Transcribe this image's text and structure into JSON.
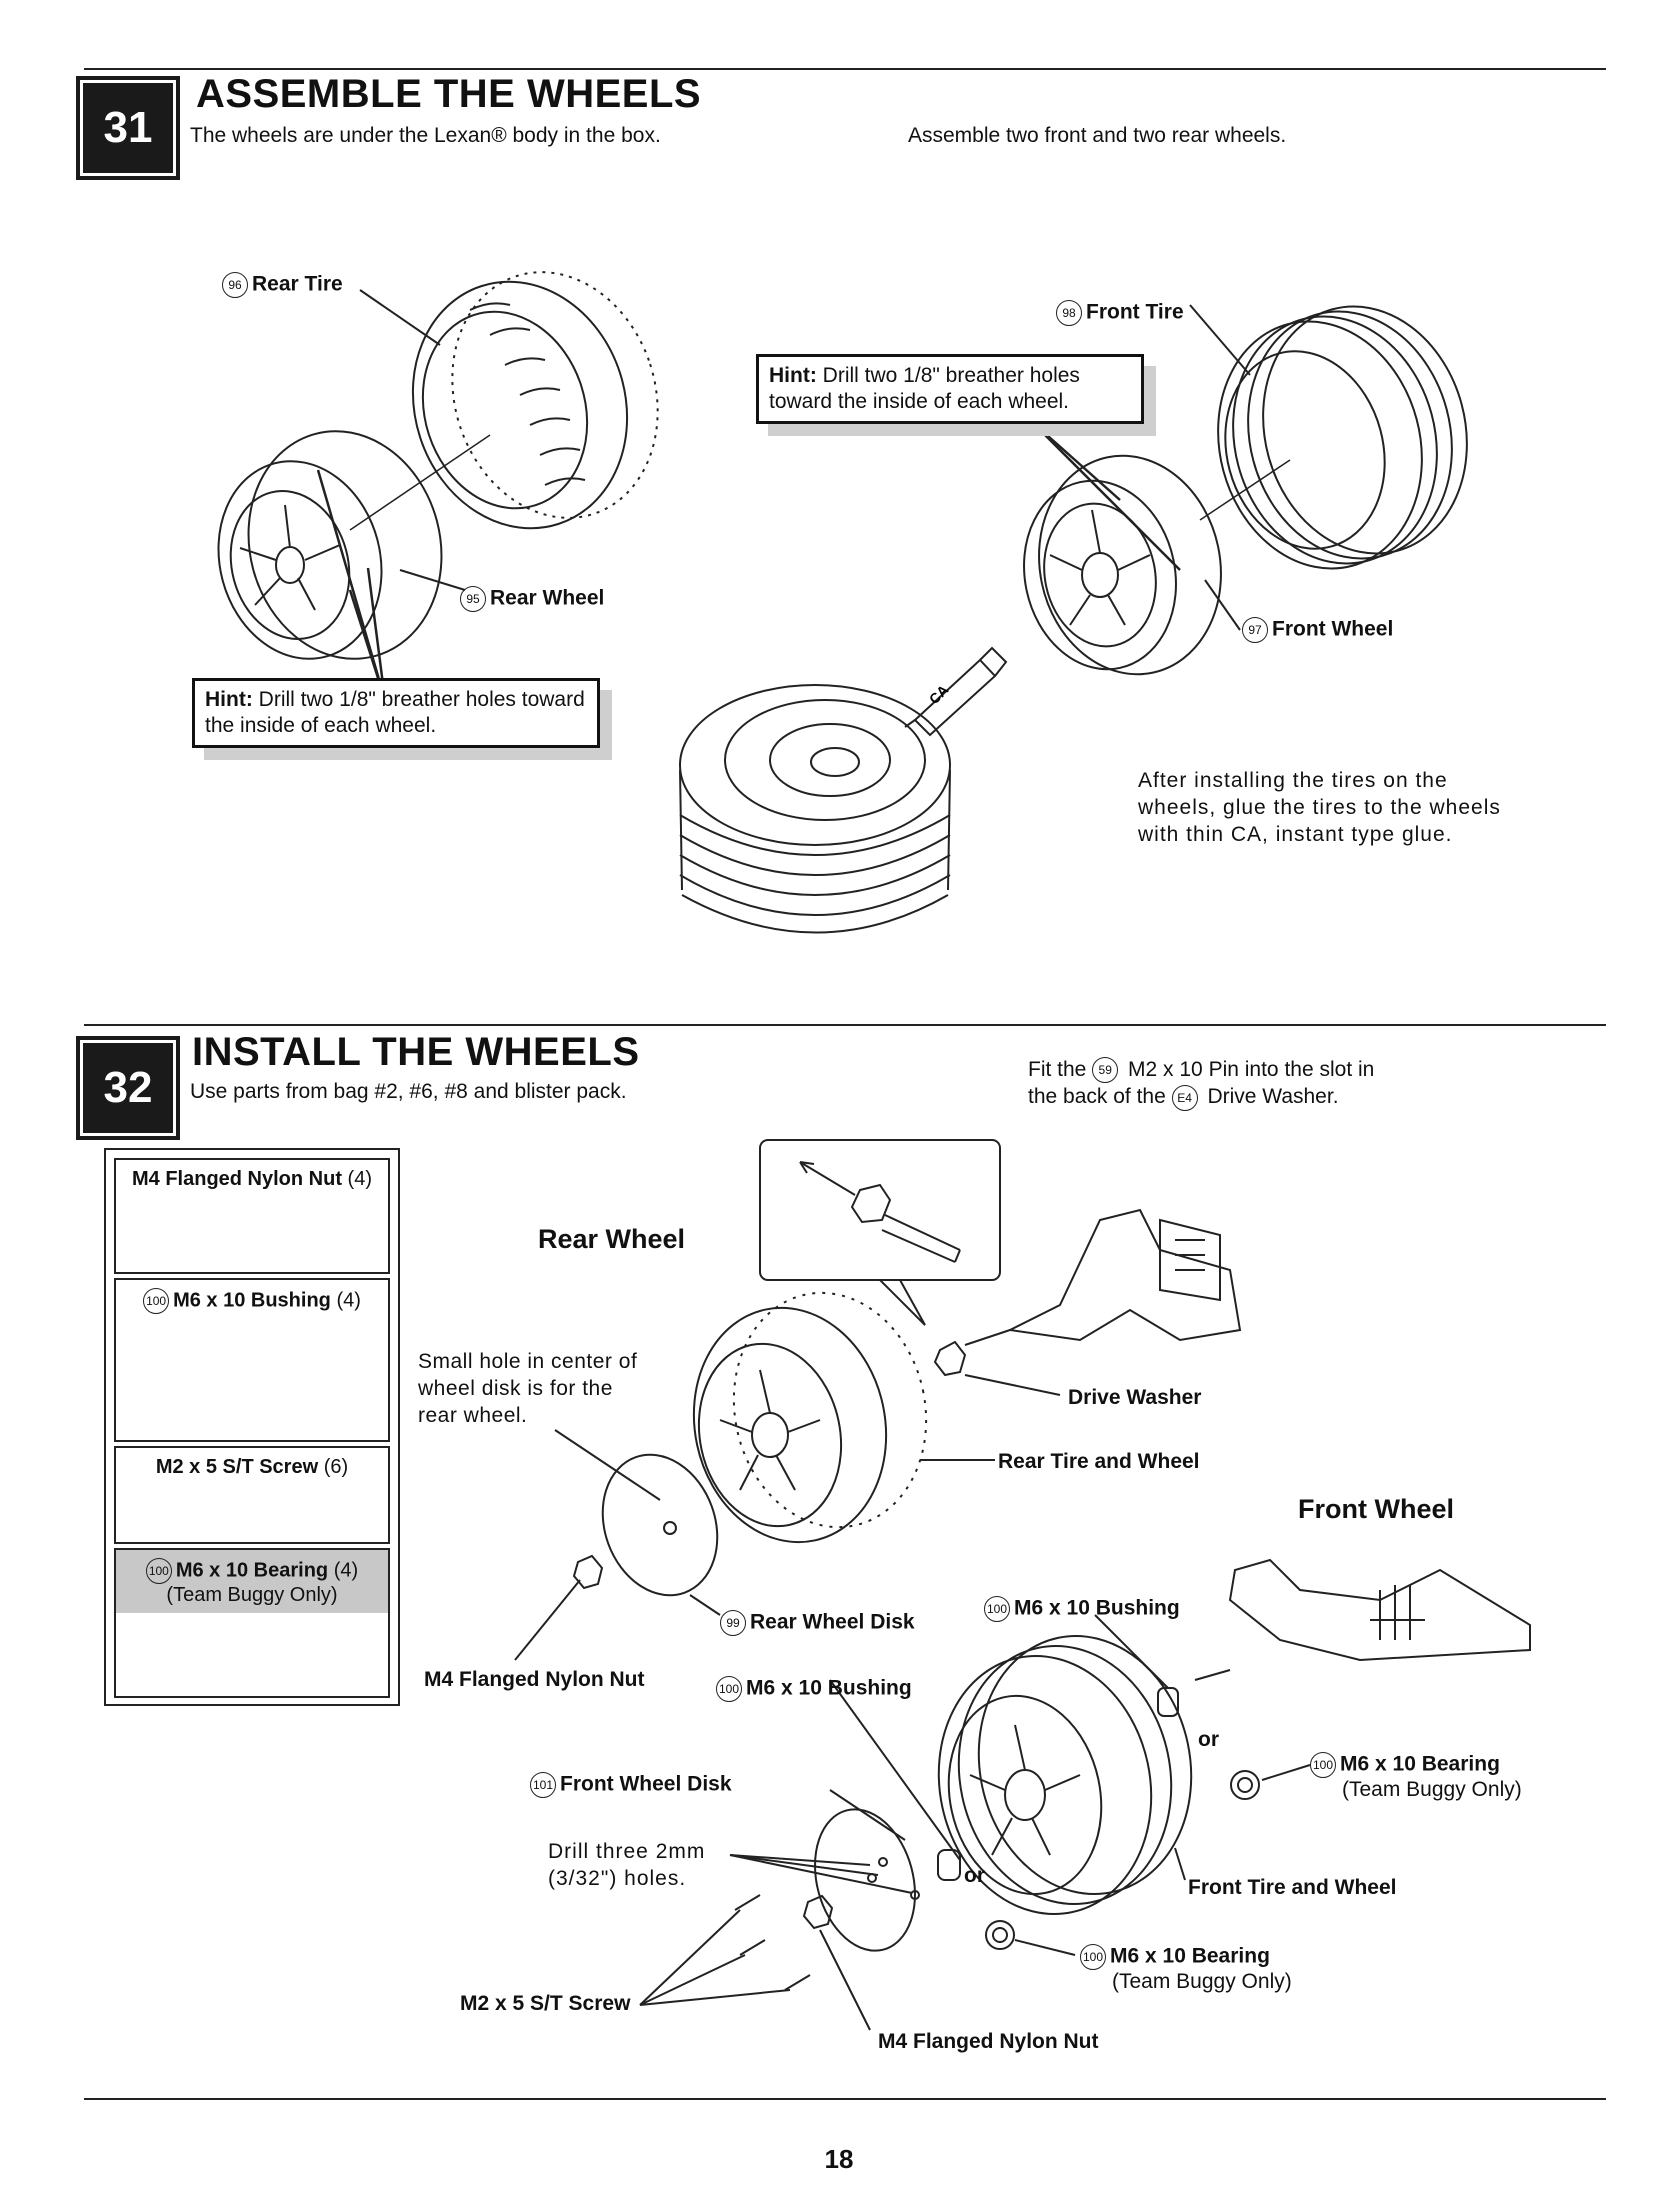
{
  "step31": {
    "number": "31",
    "title": "ASSEMBLE THE WHEELS",
    "intro_a": "The wheels are under the Lexan® body in the box.",
    "intro_b": "Assemble two front and two rear wheels.",
    "labels": {
      "rear_tire_num": "96",
      "rear_tire": "Rear Tire",
      "front_tire_num": "98",
      "front_tire": "Front Tire",
      "rear_wheel_num": "95",
      "rear_wheel": "Rear Wheel",
      "front_wheel_num": "97",
      "front_wheel": "Front Wheel",
      "ca": "CA"
    },
    "hint_label": "Hint:",
    "hint_text": "Drill two 1/8\" breather holes toward the inside of each wheel.",
    "glue_note": "After installing the tires on the wheels, glue the tires to the wheels with thin CA, instant type glue."
  },
  "step32": {
    "number": "32",
    "title": "INSTALL THE WHEELS",
    "intro": "Use parts from bag #2, #6, #8 and blister pack.",
    "pin_note_a": "Fit the ",
    "pin_num": "59",
    "pin_note_b": " M2 x 10 Pin into the slot in",
    "pin_note_c": "the back of the ",
    "washer_num": "E4",
    "pin_note_d": " Drive Washer.",
    "parts": [
      {
        "num": "",
        "name": "M4 Flanged Nylon Nut",
        "qty": "(4)"
      },
      {
        "num": "100",
        "name": "M6 x 10 Bushing",
        "qty": "(4)"
      },
      {
        "num": "",
        "name": "M2 x 5 S/T Screw",
        "qty": "(6)"
      },
      {
        "num": "100",
        "name": "M6 x 10 Bearing",
        "qty": "(4)",
        "note": "(Team Buggy Only)"
      }
    ],
    "rear_wheel_heading": "Rear Wheel",
    "front_wheel_heading": "Front Wheel",
    "small_hole_note": "Small hole in center of wheel disk is for the rear wheel.",
    "labels": {
      "drive_washer": "Drive Washer",
      "rear_tire_wheel": "Rear Tire and Wheel",
      "rear_disk_num": "99",
      "rear_disk": "Rear Wheel Disk",
      "nut": "M4 Flanged Nylon Nut",
      "bushing_num": "100",
      "bushing": "M6 x 10 Bushing",
      "front_disk_num": "101",
      "front_disk": "Front Wheel Disk",
      "drill_note": "Drill three 2mm (3/32\") holes.",
      "or": "or",
      "bearing_num": "100",
      "bearing": "M6 x 10 Bearing",
      "team_only": "(Team Buggy Only)",
      "front_tire_wheel": "Front Tire and Wheel",
      "screw": "M2 x 5 S/T Screw",
      "nut_bottom": "M4 Flanged Nylon Nut"
    }
  },
  "page_number": "18"
}
